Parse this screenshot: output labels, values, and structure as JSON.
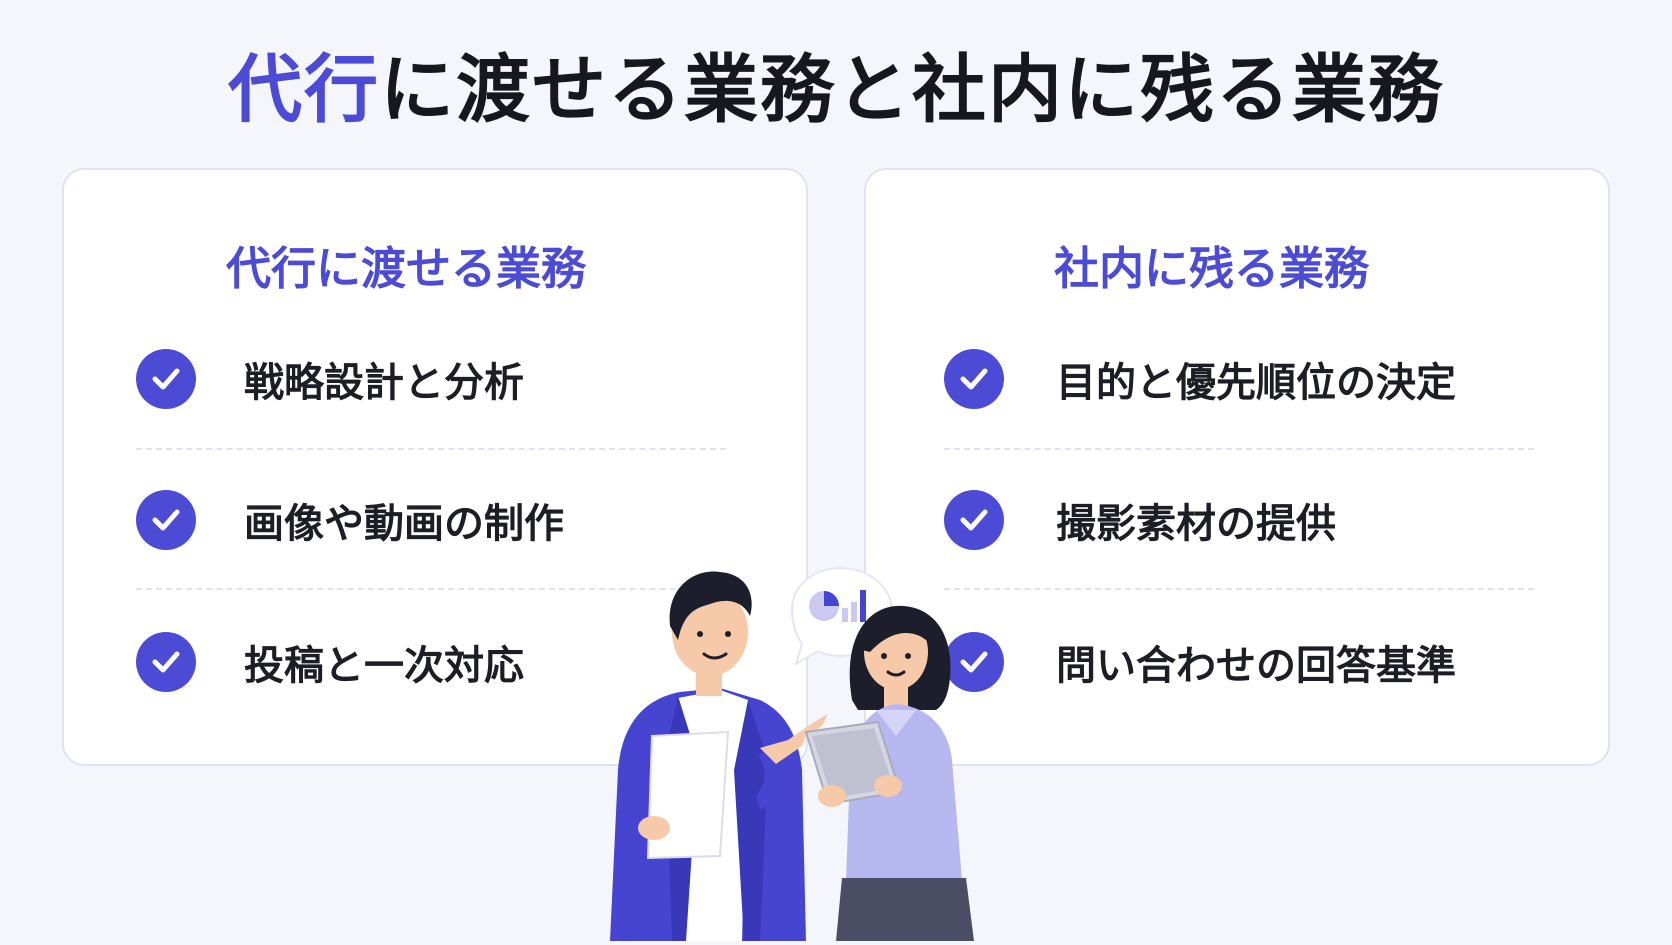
{
  "title": {
    "accent": "代行",
    "rest": "に渡せる業務と社内に残る業務"
  },
  "left_card": {
    "heading": "代行に渡せる業務",
    "items": [
      "戦略設計と分析",
      "画像や動画の制作",
      "投稿と一次対応"
    ]
  },
  "right_card": {
    "heading": "社内に残る業務",
    "items": [
      "目的と優先順位の決定",
      "撮影素材の提供",
      "問い合わせの回答基準"
    ]
  },
  "icons": {
    "item_marker": "check-circle-icon",
    "speech_bubble": "chart-speech-bubble-icon"
  },
  "colors": {
    "accent": "#4b4bd6",
    "text": "#1c1d25",
    "background": "#f5f6fb",
    "card_border": "#dfe1f4",
    "woman_shirt": "#b8b8f0",
    "man_jacket": "#4545d2"
  }
}
